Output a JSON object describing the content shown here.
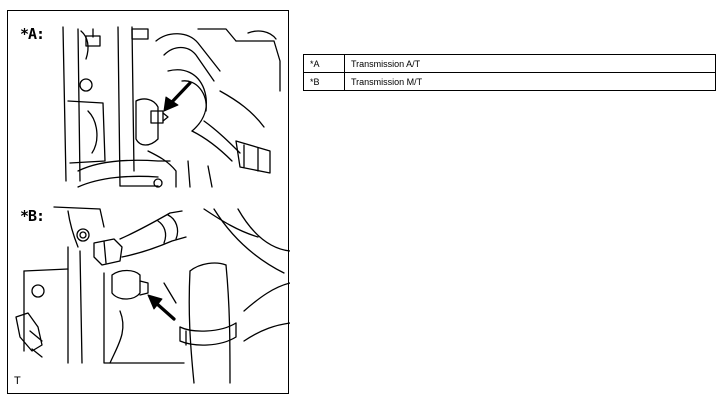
{
  "figure": {
    "panels": [
      {
        "id": "A",
        "label": "*A:"
      },
      {
        "id": "B",
        "label": "*B:"
      }
    ],
    "code": "T"
  },
  "legend": {
    "rows": [
      {
        "key": "*A",
        "value": "Transmission A/T"
      },
      {
        "key": "*B",
        "value": "Transmission M/T"
      }
    ]
  }
}
